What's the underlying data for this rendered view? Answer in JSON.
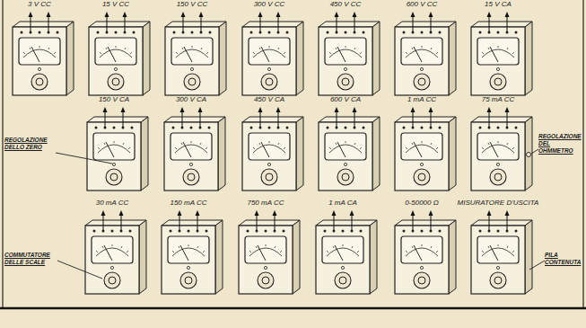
{
  "diagram": {
    "labels": [
      "3 V CC",
      "15 V CC",
      "150 V CC",
      "300 V CC",
      "450 V CC",
      "600 V CC",
      "15 V CA",
      "150 V CA",
      "300 V CA",
      "450 V CA",
      "600 V CA",
      "1 mA CC",
      "75 mA CC",
      "30 mA CC",
      "150 mA CC",
      "750 mA CC",
      "1 mA CA",
      "0-50000 Ω",
      "MISURATORE D'USCITA",
      "REGOLAZIONE DELLO ZERO",
      "REGOLAZIONE DEL OHMMETRO",
      "COMMUTATORE DELLE SCALE",
      "PILA CONTENUTA"
    ]
  }
}
